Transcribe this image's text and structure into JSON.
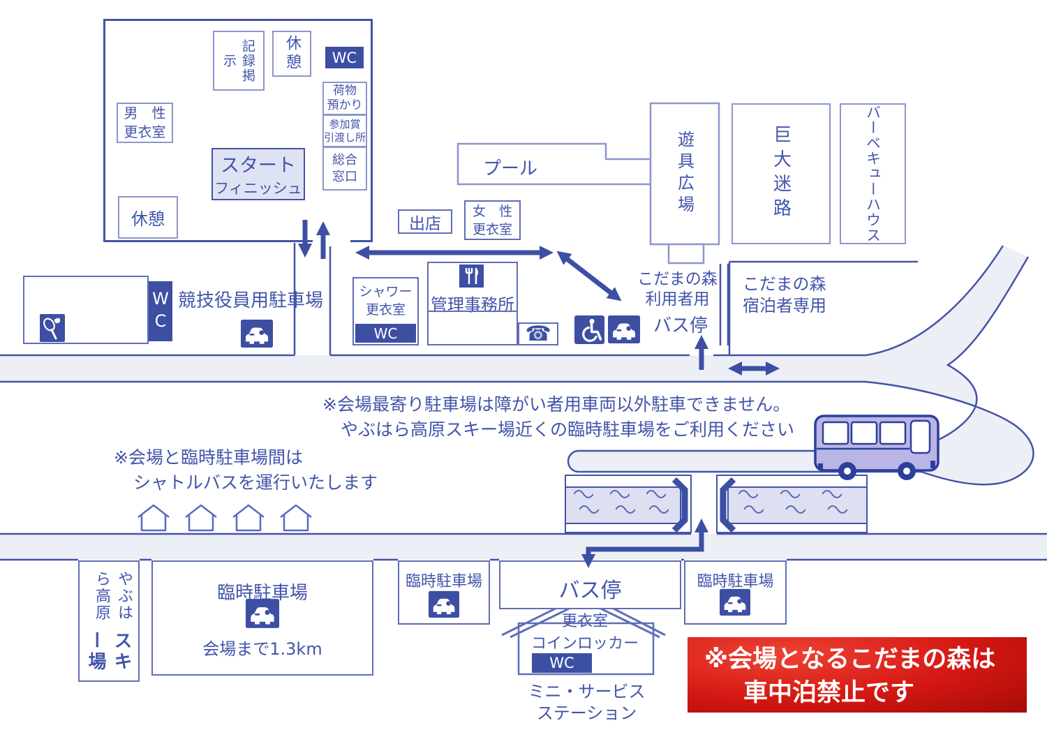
{
  "colors": {
    "primary_blue": "#4254A8",
    "badge_blue": "#3D4FA3",
    "light_border": "#8C96CD",
    "mid_border": "#5F6DB8",
    "road_fill": "#EDEFF6",
    "river_fill": "#DEDFF1",
    "highlight_fill": "#DFE2F2",
    "banner_red": "#D41712",
    "bus_body": "#B9B5E5"
  },
  "icons": {
    "phone_glyph": "☎"
  },
  "start_area": {
    "record_board": "記録掲示",
    "rest_upper": "休憩",
    "wc": "WC",
    "luggage": [
      "荷物",
      "預かり"
    ],
    "prize": [
      "参加賞",
      "引渡し所"
    ],
    "info_desk": [
      "総合",
      "窓口"
    ],
    "mens_changing": [
      "男　性",
      "更衣室"
    ],
    "start_finish": [
      "スタート",
      "フィニッシュ"
    ],
    "rest_lower": "休憩"
  },
  "west": {
    "officials_parking": "競技役員用駐車場",
    "wc": "WC"
  },
  "center": {
    "stall": "出店",
    "womens_changing": [
      "女　性",
      "更衣室"
    ],
    "pool": "プール",
    "shower": [
      "シャワー",
      "更衣室"
    ],
    "shower_wc": "WC",
    "office": "管理事務所"
  },
  "east": {
    "playground": "遊具広場",
    "maze": "巨大迷路",
    "bbq": "バーベキューハウス",
    "visitor_bus_stop": [
      "こだまの森",
      "利用者用"
    ],
    "visitor_bus_stop_label": "バス停",
    "lodgers_only": [
      "こだまの森",
      "宿泊者専用"
    ]
  },
  "notes": {
    "parking_restriction": [
      "※会場最寄り駐車場は障がい者用車両以外駐車できません。",
      "やぶはら高原スキー場近くの臨時駐車場をご利用ください"
    ],
    "shuttle": [
      "※会場と臨時駐車場間は",
      "シャトルバスを運行いたします"
    ]
  },
  "south": {
    "ski_resort": [
      "やぶはら高原",
      "スキー場"
    ],
    "temp_parking_main": "臨時駐車場",
    "distance": "会場まで1.3km",
    "temp_parking_2": "臨時駐車場",
    "temp_parking_3": "臨時駐車場",
    "bus_stop": "バス停",
    "station_lines": [
      "更衣室",
      "コインロッカー"
    ],
    "station_wc": "WC",
    "mini_station": [
      "ミニ・サービス",
      "ステーション"
    ]
  },
  "banner": {
    "lines": [
      "※会場となるこだまの森は",
      "車中泊禁止です"
    ]
  }
}
